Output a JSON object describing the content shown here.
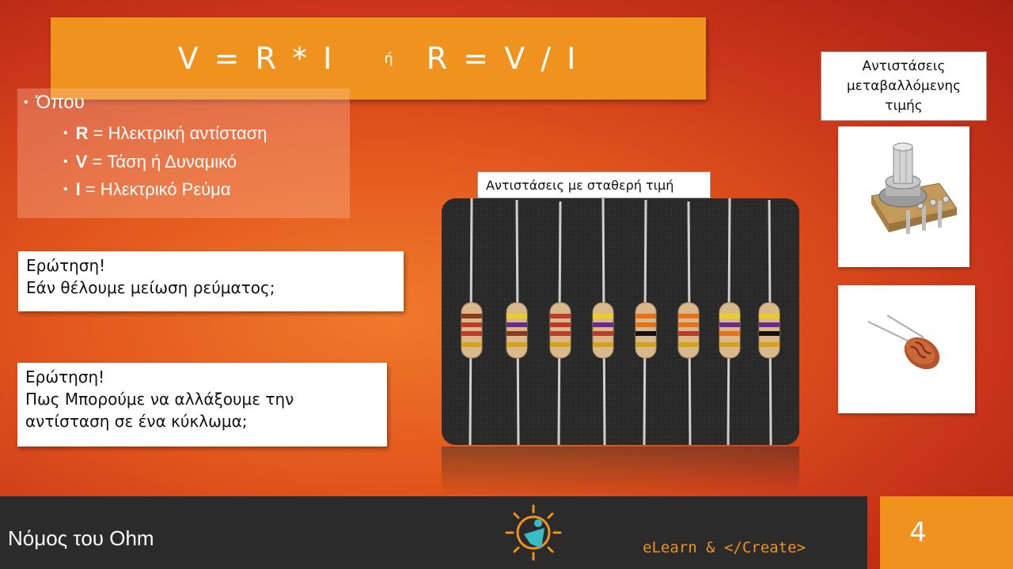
{
  "formula": {
    "left": "V = R * I",
    "connector": "ή",
    "right": "R = V / I"
  },
  "definitions": {
    "heading": "Όπου",
    "items": [
      {
        "symbol": "R",
        "text": " = Ηλεκτρική αντίσταση"
      },
      {
        "symbol": "V",
        "text": " = Τάση ή Δυναμικό"
      },
      {
        "symbol": "I",
        "text": " = Ηλεκτρικό Ρεύμα"
      }
    ]
  },
  "questions": [
    {
      "lines": [
        "Ερώτηση!",
        "Εάν θέλουμε μείωση ρεύματος;"
      ]
    },
    {
      "lines": [
        "Ερώτηση!",
        "Πως Μπορούμε να αλλάξουμε την",
        "αντίσταση σε ένα κύκλωμα;"
      ]
    }
  ],
  "fixed_resistors_label": "Αντιστάσεις με σταθερή τιμή",
  "variable_resistors_label": [
    "Αντιστάσεις",
    "μεταβαλλόμενης",
    "τιμής"
  ],
  "footer": {
    "title": "Νόμος του Ohm",
    "brand": "eLearn & </Create>",
    "page_number": "4"
  },
  "colors": {
    "accent_orange": "#f0921e",
    "footer_dark": "#2b2b2b",
    "background_red": "#c9341a"
  }
}
